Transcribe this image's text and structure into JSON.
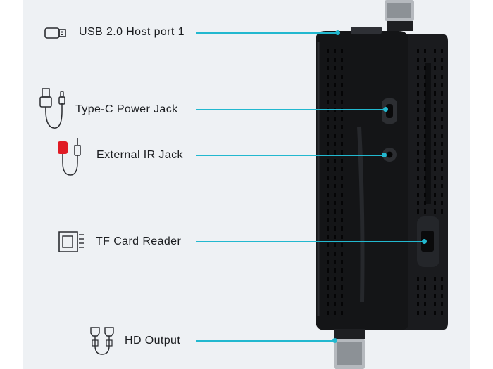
{
  "callouts": [
    {
      "label": "USB 2.0 Host port 1",
      "icon": "usb-stick-icon"
    },
    {
      "label": "Type-C Power Jack",
      "icon": "usb-cable-icon"
    },
    {
      "label": "External IR Jack",
      "icon": "ir-cable-icon"
    },
    {
      "label": "TF Card Reader",
      "icon": "sd-card-icon"
    },
    {
      "label": "HD Output",
      "icon": "hdmi-cable-icon"
    }
  ],
  "colors": {
    "leader": "#22b8cf",
    "device_body": "#141517",
    "ir_plug": "#e01b24",
    "background": "#eef1f4"
  }
}
